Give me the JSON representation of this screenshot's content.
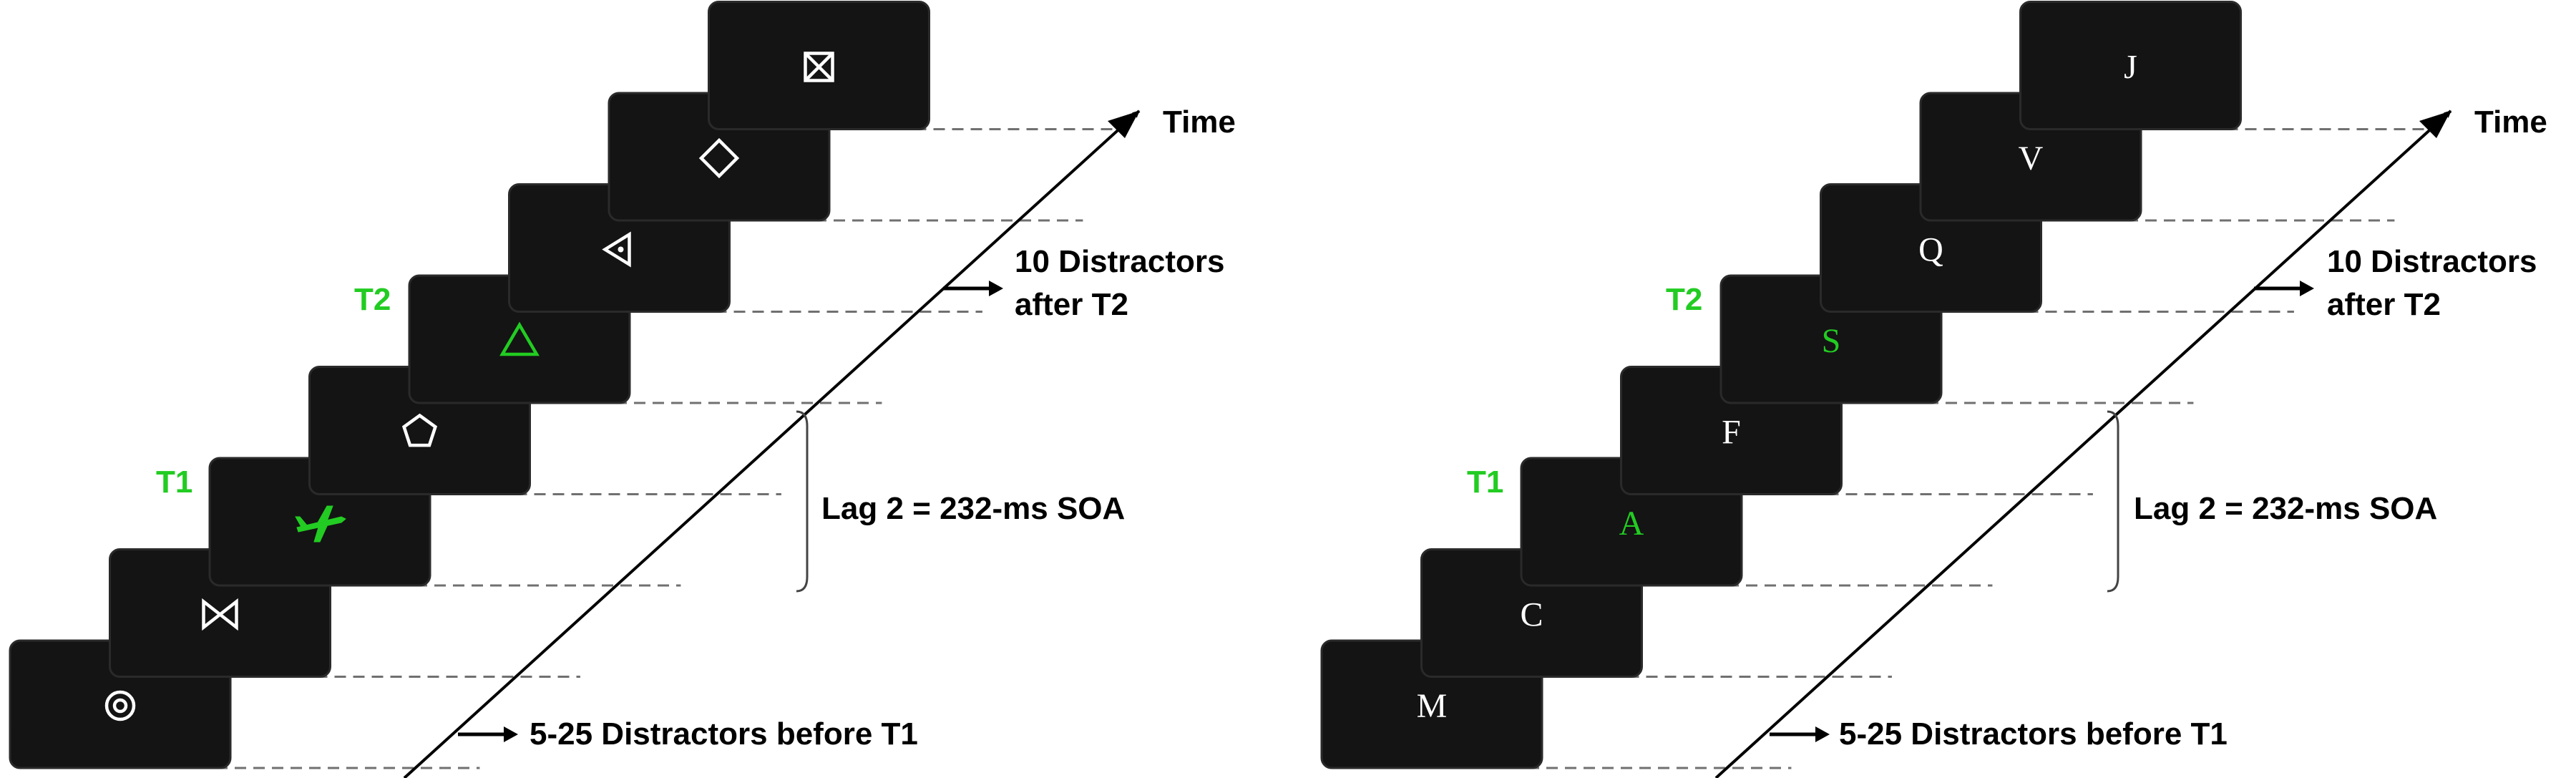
{
  "colors": {
    "card": "#141414",
    "card_stroke": "#2a2a2a",
    "target": "#22cc22",
    "distractor": "#ffffff",
    "dash": "#707070"
  },
  "panels": [
    {
      "id": "shapes",
      "time_label": "Time",
      "after_label_line1": "10 Distractors",
      "after_label_line2": "after T2",
      "lag_label": "Lag 2 = 232-ms SOA",
      "before_label": "5-25 Distractors before T1",
      "t1_label": "T1",
      "t2_label": "T2",
      "cards": [
        {
          "role": "distractor",
          "icon": "concentric-circle-icon"
        },
        {
          "role": "distractor",
          "icon": "bowtie-icon"
        },
        {
          "role": "T1",
          "icon": "airplane-icon"
        },
        {
          "role": "distractor",
          "icon": "pentagon-icon"
        },
        {
          "role": "T2",
          "icon": "triangle-icon"
        },
        {
          "role": "distractor",
          "icon": "left-triangle-icon"
        },
        {
          "role": "distractor",
          "icon": "diamond-icon"
        },
        {
          "role": "distractor",
          "icon": "crossed-square-icon"
        }
      ]
    },
    {
      "id": "letters",
      "time_label": "Time",
      "after_label_line1": "10 Distractors",
      "after_label_line2": "after T2",
      "lag_label": "Lag 2 = 232-ms SOA",
      "before_label": "5-25 Distractors before T1",
      "t1_label": "T1",
      "t2_label": "T2",
      "cards": [
        {
          "role": "distractor",
          "letter": "M"
        },
        {
          "role": "distractor",
          "letter": "C"
        },
        {
          "role": "T1",
          "letter": "A"
        },
        {
          "role": "distractor",
          "letter": "F"
        },
        {
          "role": "T2",
          "letter": "S"
        },
        {
          "role": "distractor",
          "letter": "Q"
        },
        {
          "role": "distractor",
          "letter": "V"
        },
        {
          "role": "distractor",
          "letter": "J"
        }
      ]
    }
  ]
}
